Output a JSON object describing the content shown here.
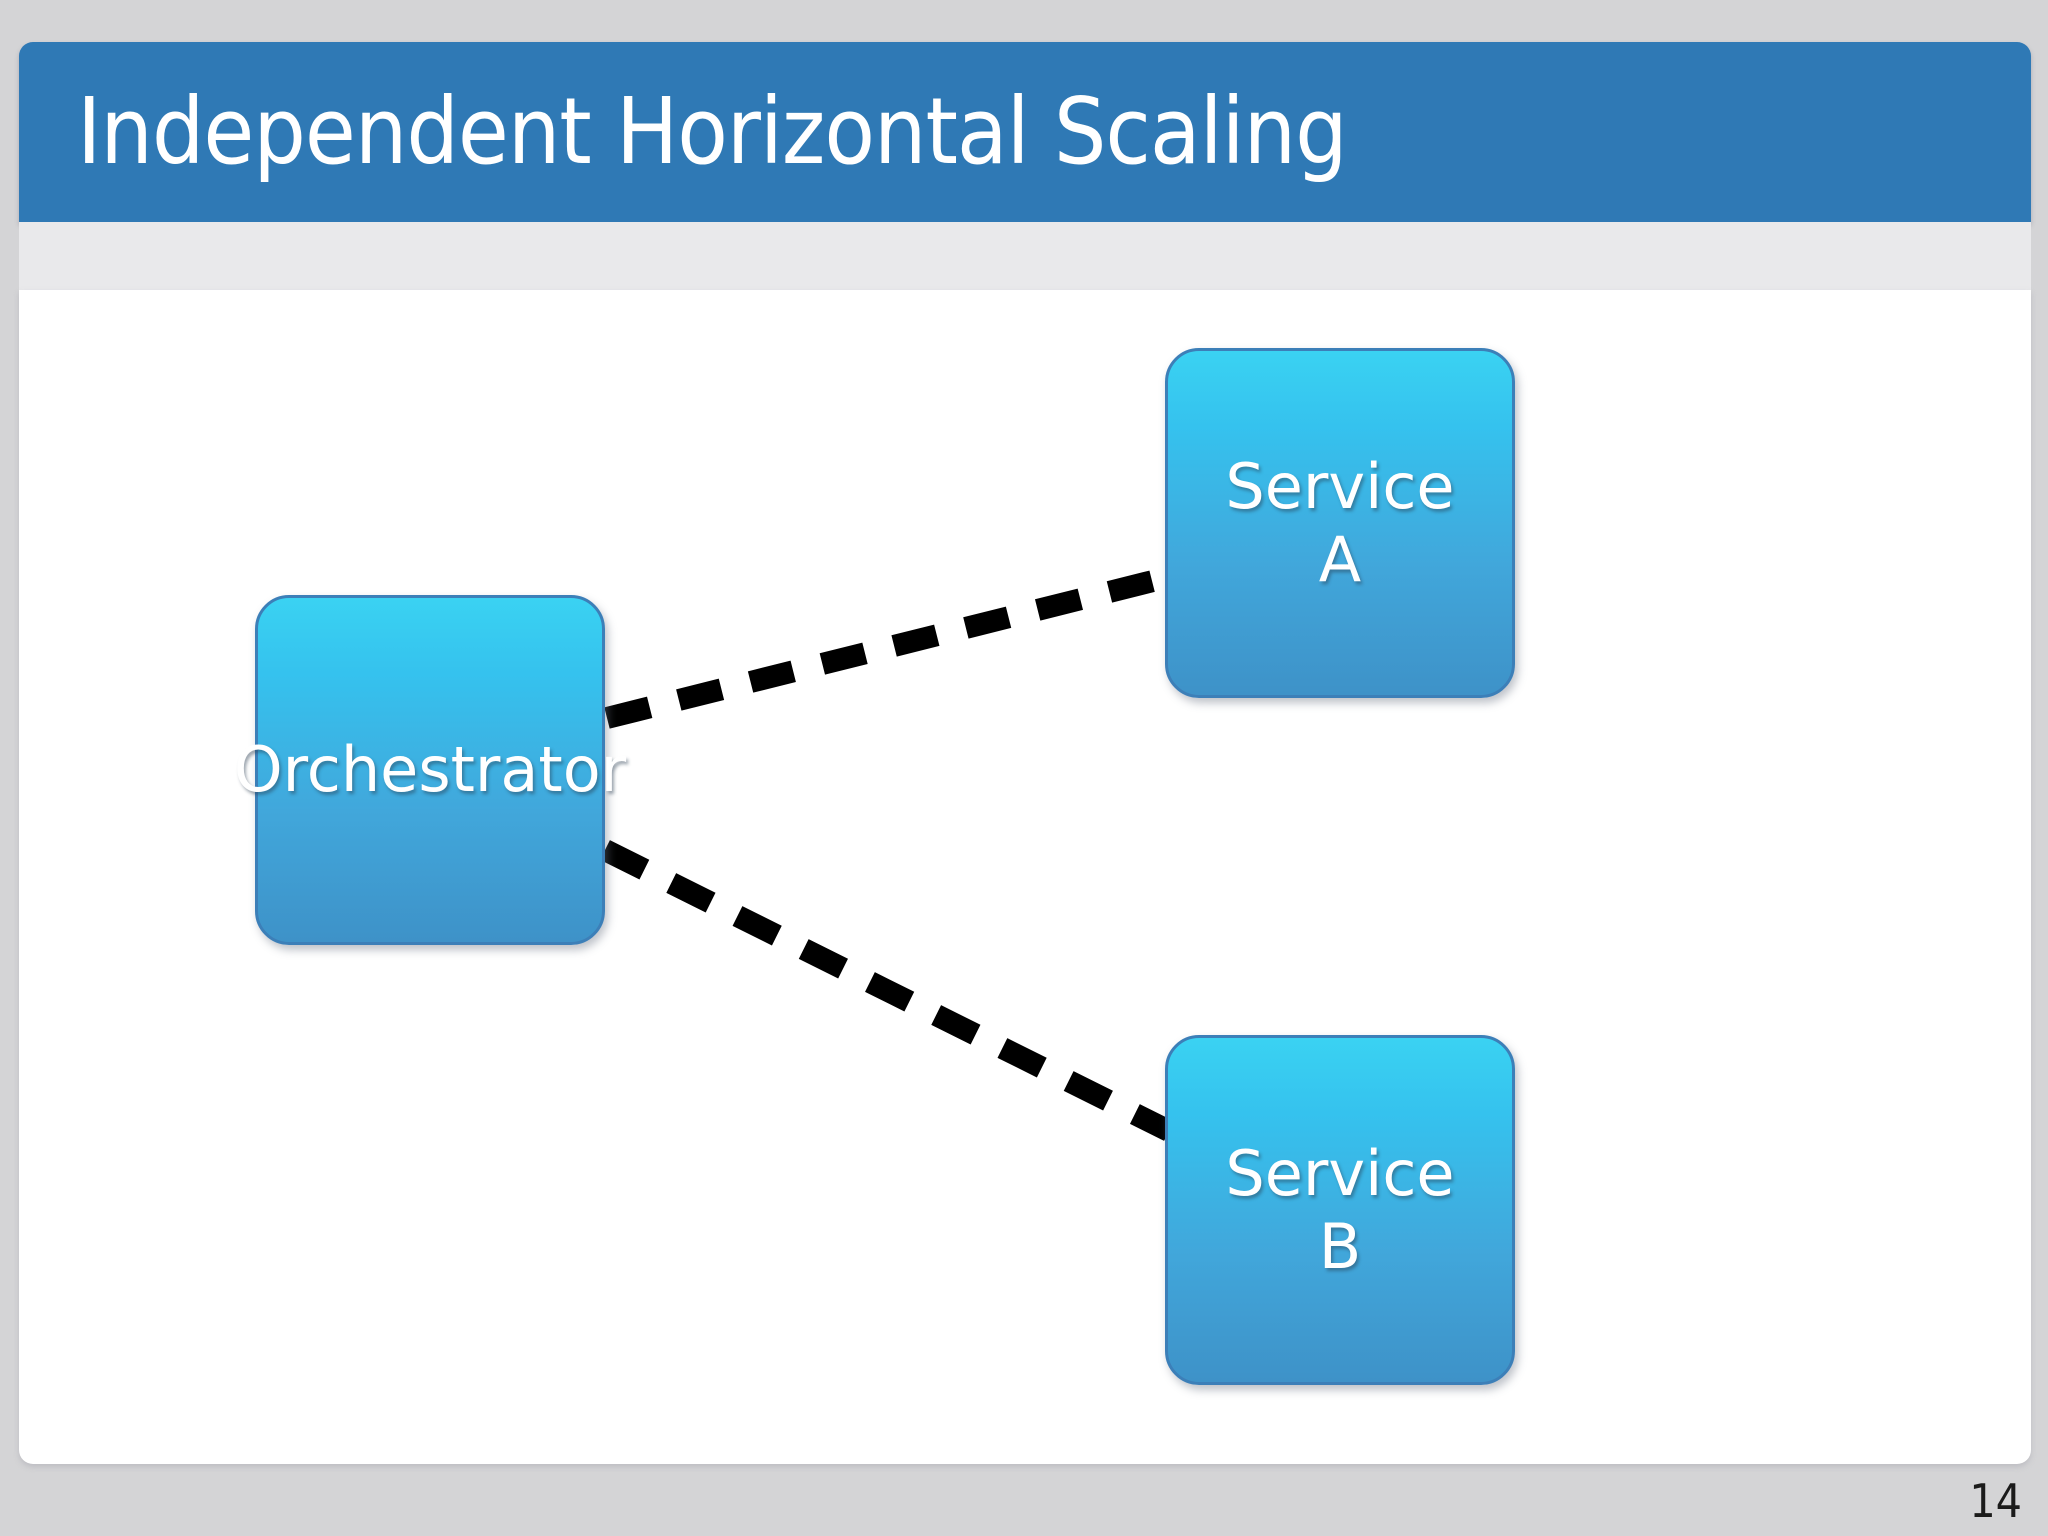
{
  "slide": {
    "title": "Independent Horizontal Scaling",
    "page_number": "14",
    "colors": {
      "background": "#d4d4d6",
      "title_bar": "#2f79b5",
      "title_text": "#ffffff",
      "subbar": "#e9e9eb",
      "content": "#ffffff",
      "node_gradient_top": "#3ad2f2",
      "node_gradient_bottom": "#3e92c8",
      "node_border": "#3c7fb8",
      "node_label": "#ffffff",
      "connector": "#000000"
    }
  },
  "diagram": {
    "nodes": [
      {
        "id": "orchestrator",
        "label": "Orchestrator"
      },
      {
        "id": "service-a",
        "label": "Service\nA"
      },
      {
        "id": "service-b",
        "label": "Service\nB"
      }
    ],
    "connectors": [
      {
        "id": "orchestrator-to-service-a",
        "from": "orchestrator",
        "to": "service-a",
        "style": "dashed"
      },
      {
        "id": "orchestrator-to-service-b",
        "from": "orchestrator",
        "to": "service-b",
        "style": "dashed"
      }
    ]
  }
}
